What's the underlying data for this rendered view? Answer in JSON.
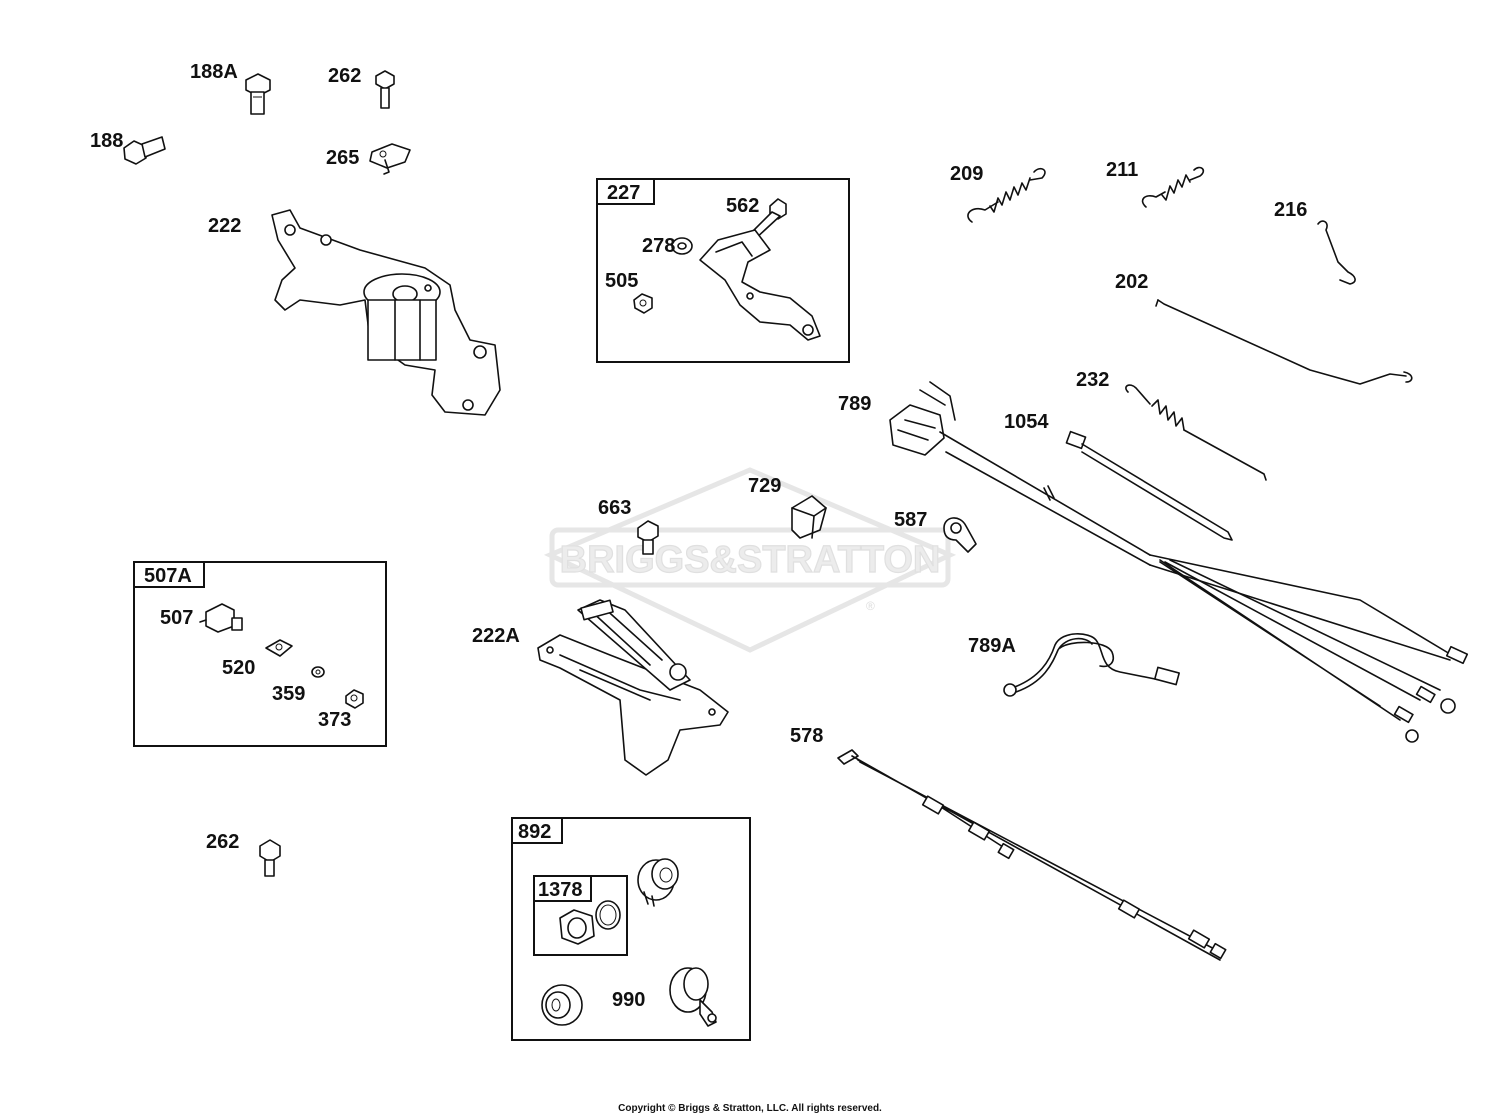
{
  "watermark": {
    "text": "BRIGGS&STRATTON",
    "mark": "®"
  },
  "copyright": "Copyright © Briggs & Stratton, LLC. All rights reserved.",
  "labels": {
    "l188A": "188A",
    "l262a": "262",
    "l188": "188",
    "l265": "265",
    "l222": "222",
    "l562": "562",
    "l278": "278",
    "l505": "505",
    "l209": "209",
    "l211": "211",
    "l216": "216",
    "l202": "202",
    "l232": "232",
    "l789": "789",
    "l1054": "1054",
    "l729": "729",
    "l663": "663",
    "l587": "587",
    "l507": "507",
    "l520": "520",
    "l359": "359",
    "l373": "373",
    "l222A": "222A",
    "l789A": "789A",
    "l578": "578",
    "l262b": "262",
    "l990": "990"
  },
  "boxes": {
    "b227": "227",
    "b507A": "507A",
    "b892": "892",
    "b1378": "1378"
  }
}
